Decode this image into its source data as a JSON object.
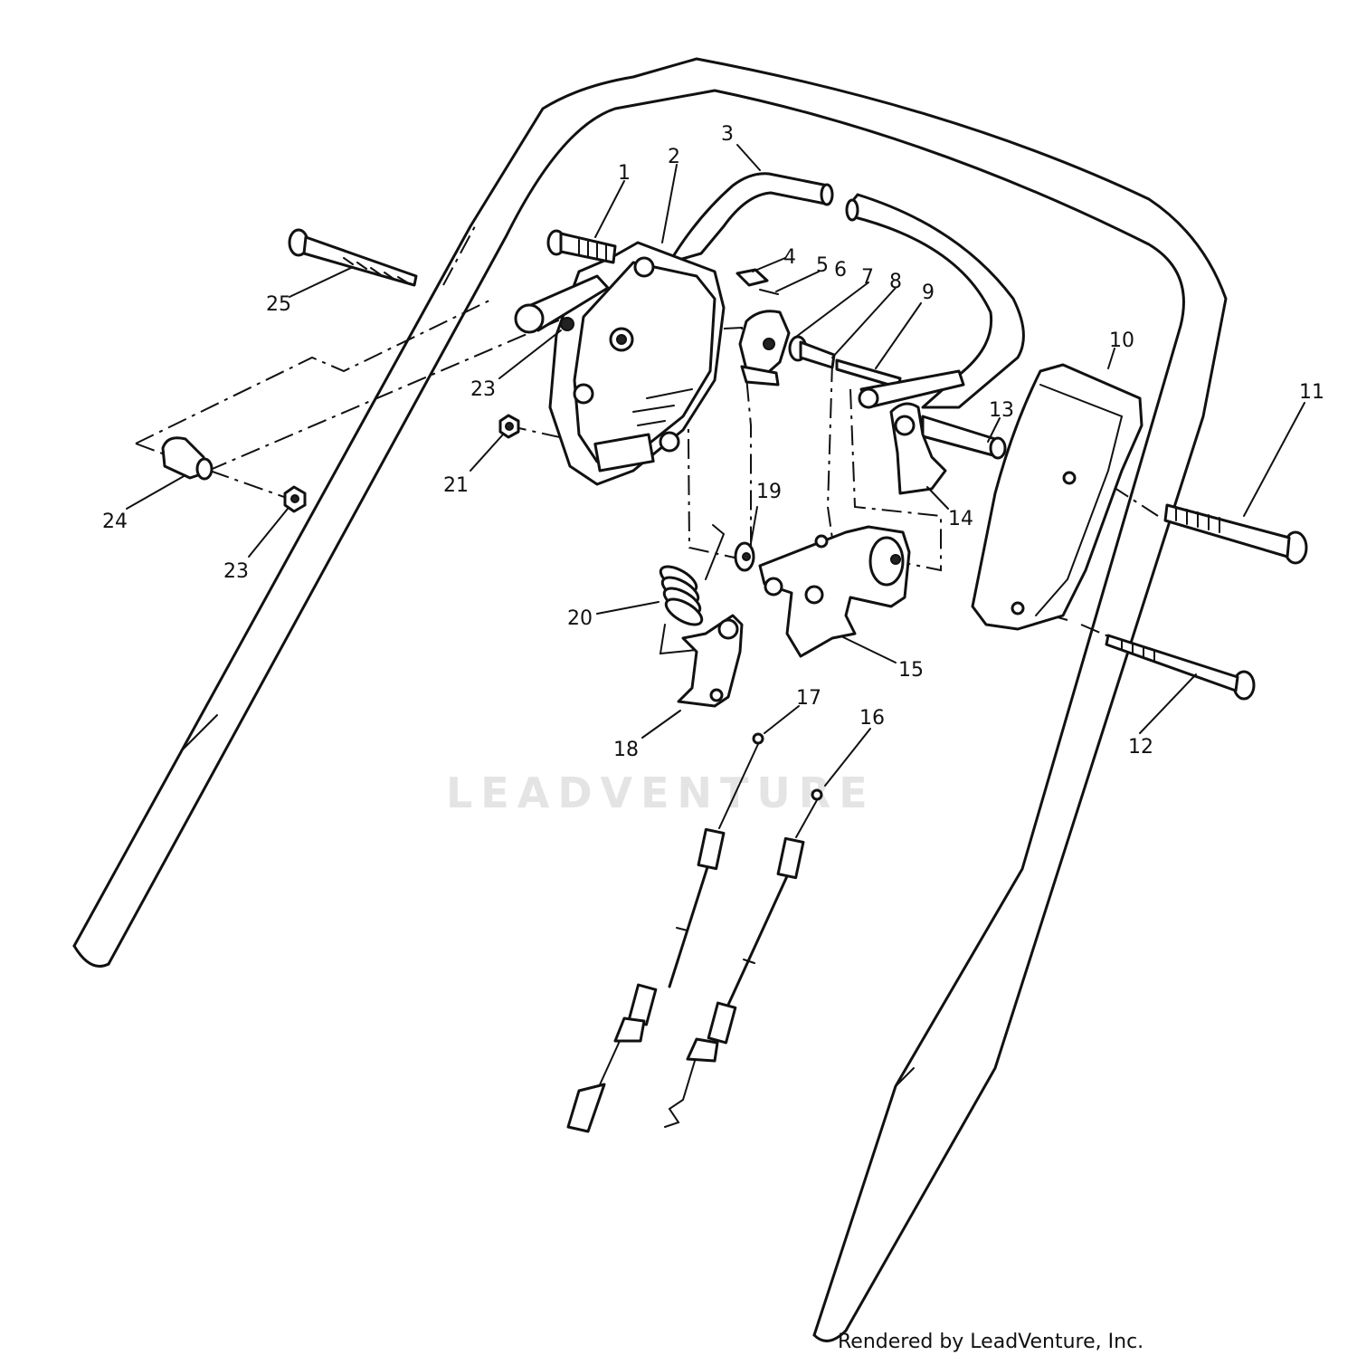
{
  "watermark": "LEADVENTURE",
  "credit": "Rendered by LeadVenture, Inc.",
  "part_labels": [
    "1",
    "2",
    "3",
    "4",
    "5",
    "6",
    "7",
    "8",
    "9",
    "10",
    "11",
    "12",
    "13",
    "14",
    "15",
    "16",
    "17",
    "18",
    "19",
    "20",
    "21",
    "23",
    "23",
    "24",
    "25"
  ]
}
